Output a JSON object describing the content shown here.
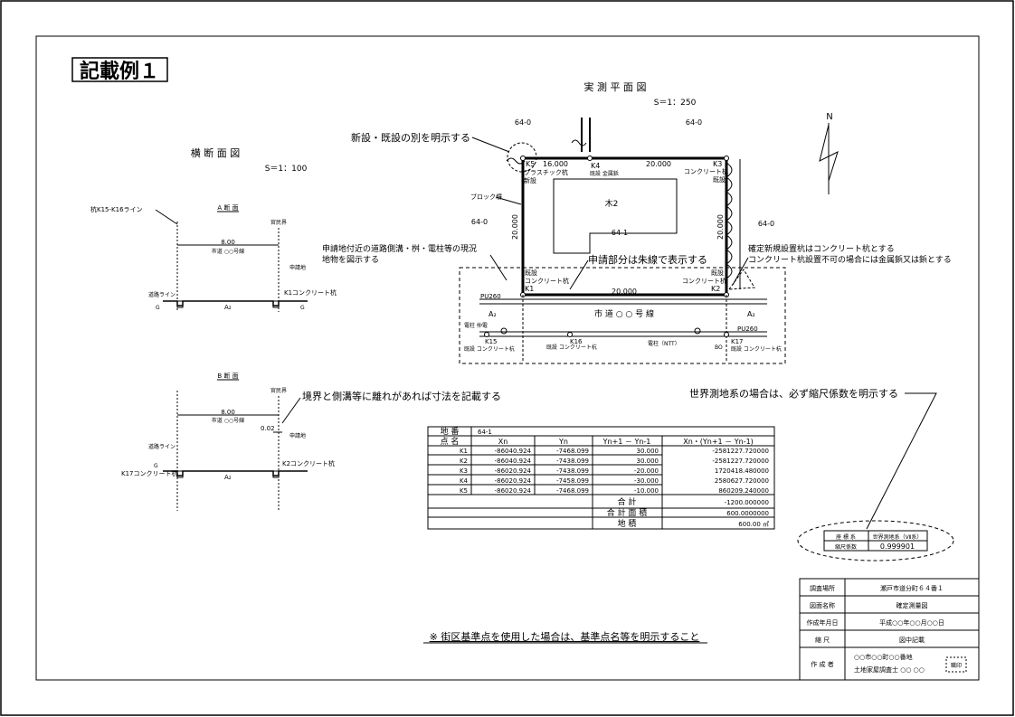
{
  "title": "記載例１",
  "plan": {
    "title": "実 測 平 面 図",
    "scale": "S＝1：250",
    "north": "N",
    "lot_north_left": "64-0",
    "lot_north_right": "64-0",
    "lot_west": "64-0",
    "lot_east": "64-0",
    "building": "木2",
    "lot_no": "64-1",
    "dim_top": "20.000",
    "dim_left": "20.000",
    "dim_right": "20.000",
    "dim_bottom": "20.000",
    "dim_k5": "16.000",
    "k5_label": "K5",
    "k5_desc": "プラスチック杭",
    "k5_status": "新設",
    "k4_label": "K4",
    "k4_desc": "既設 金属鋲",
    "k3_label": "K3",
    "k3_desc": "コンクリート杭",
    "k3_status": "既設",
    "k1_status": "既設",
    "k1_desc": "コンクリート杭",
    "k1_label": "K1",
    "k2_status": "既設",
    "k2_desc": "コンクリート杭",
    "k2_label": "K2",
    "block_wall": "ブロック塀",
    "pu_left": "PU260",
    "pu_right": "PU260",
    "road": "市 道 ○ ○ 号 線",
    "a2_left": "A₂",
    "a2_right": "A₂",
    "pole1": "電柱 仲電",
    "pole2": "電柱（NTT）",
    "k15_label": "K15",
    "k15_desc": "既設 コンクリート杭",
    "k16_label": "K16",
    "k16_desc": "既設 コンクリート杭",
    "k17_label": "K17",
    "k17_desc": "既設 コンクリート杭",
    "bo": "BO"
  },
  "annotations": {
    "new_existing": "新設・既設の別を明示する",
    "vicinity_line1": "申請地付近の道路側溝・桝・電柱等の現況",
    "vicinity_line2": "地物を図示する",
    "bold_line": "申請部分は朱線で表示する",
    "new_pile_line1": "確定新規設置杭はコンクリート杭とする",
    "new_pile_line2": "コンクリート杭設置不可の場合には金属鋲又は鋲とする",
    "world_geodetic": "世界測地系の場合は、必ず縮尺係数を明示する",
    "boundary_gap": "境界と側溝等に離れがあれば寸法を記載する",
    "note": "※ 街区基準点を使用した場合は、基準点名等を明示すること"
  },
  "section": {
    "title": "横 断 面 図",
    "scale": "S＝1：100",
    "line_label": "杭K15-K16ライン",
    "a_title": "A 断 面",
    "b_title": "B 断 面",
    "boundary": "官民界",
    "width_a": "8.00",
    "width_b": "8.00",
    "road_a": "市道 ○○号線",
    "road_b": "市道 ○○号線",
    "app_land": "申請地",
    "road_line": "道路ライン",
    "gutter": "G",
    "a2": "A₂",
    "k1_pile": "K1コンクリート杭",
    "k2_pile": "K2コンクリート杭",
    "k17_pile": "K17コンクリート杭",
    "gap": "0.02"
  },
  "coord_table": {
    "lot_header": "地 番",
    "lot_value": "64-1",
    "point_header": "点 名",
    "columns": [
      "Xn",
      "Yn",
      "Yn+1 － Yn-1",
      "Xn・(Yn+1 － Yn-1)"
    ],
    "rows": [
      [
        "K1",
        "-86040.924",
        "-7468.099",
        "30.000",
        "-2581227.720000"
      ],
      [
        "K2",
        "-86040.924",
        "-7438.099",
        "30.000",
        "-2581227.720000"
      ],
      [
        "K3",
        "-86020.924",
        "-7438.099",
        "-20.000",
        "1720418.480000"
      ],
      [
        "K4",
        "-86020.924",
        "-7458.099",
        "-30.000",
        "2580627.720000"
      ],
      [
        "K5",
        "-86020.924",
        "-7468.099",
        "-10.000",
        "860209.240000"
      ]
    ],
    "sum_label": "合 計",
    "sum_value": "-1200.000000",
    "area_label_1": "合 計 面 積",
    "area_value_1": "600.0000000",
    "area_label_2": "地 積",
    "area_value_2": "600.00 ㎡"
  },
  "scale_box": {
    "k1": "座 標 系",
    "v1": "世界測地系（Ⅶ系）",
    "k2": "縮尺係数",
    "v2": "0.999901"
  },
  "title_block": {
    "rows": [
      {
        "key": "調査場所",
        "value": "瀬戸市道分町６４番１"
      },
      {
        "key": "図面名称",
        "value": "確定測量図"
      },
      {
        "key": "作成年月日",
        "value": "平成○○年○○月○○日"
      },
      {
        "key": "縮 尺",
        "value": "図中記載"
      }
    ],
    "author_key": "作 成 者",
    "author_line1": "○○市○○町○○番地",
    "author_line2": "土地家屋調査士 ○○ ○○",
    "seal": "職印"
  }
}
